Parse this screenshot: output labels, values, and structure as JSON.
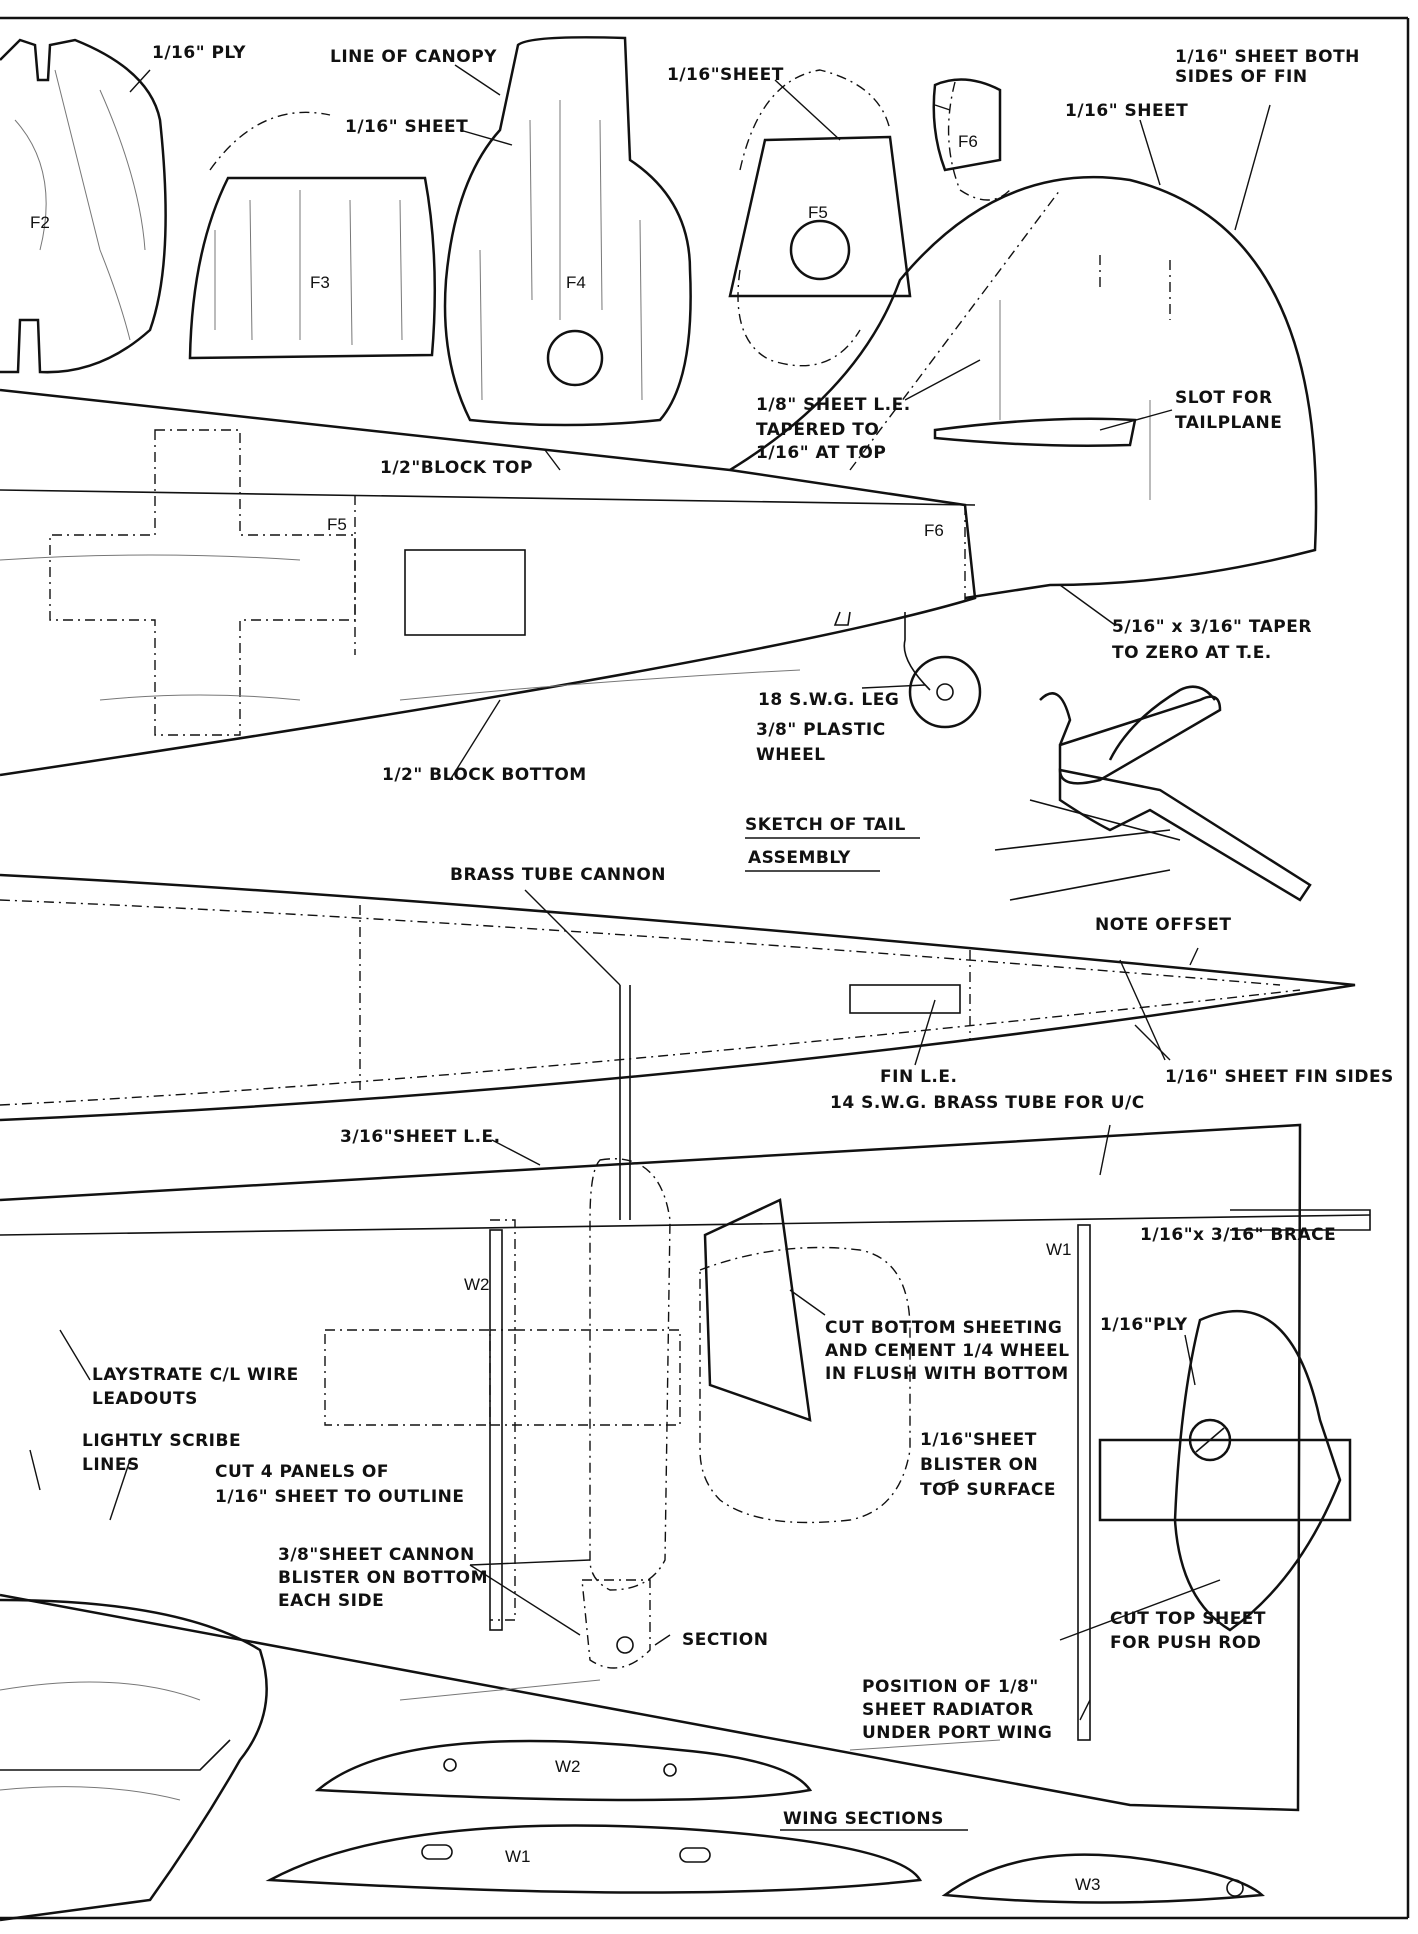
{
  "labels": {
    "ply_f2": "1/16\" PLY",
    "line_of_canopy": "LINE OF CANOPY",
    "sheet_f3": "1/16\" SHEET",
    "sheet_f5": "1/16\"SHEET",
    "sheet_fin_top": "1/16\" SHEET",
    "sheet_both_sides_1": "1/16\" SHEET BOTH",
    "sheet_both_sides_2": "SIDES OF FIN",
    "le_1": "1/8\" SHEET L.E.",
    "le_2": "TAPERED TO",
    "le_3": "1/16\" AT TOP",
    "slot_1": "SLOT FOR",
    "slot_2": "TAILPLANE",
    "block_top": "1/2\"BLOCK TOP",
    "taper_1": "5/16\" x 3/16\" TAPER",
    "taper_2": "TO ZERO AT T.E.",
    "leg": "18 S.W.G. LEG",
    "wheel_1": "3/8\" PLASTIC",
    "wheel_2": "WHEEL",
    "block_bottom": "1/2\" BLOCK BOTTOM",
    "sketch_1": "SKETCH OF TAIL",
    "sketch_2": "ASSEMBLY",
    "cannon": "BRASS TUBE CANNON",
    "offset": "NOTE OFFSET",
    "fin_le": "FIN L.E.",
    "fin_sides": "1/16\" SHEET FIN SIDES",
    "brass_uc": "14 S.W.G. BRASS TUBE FOR U/C",
    "wing_le": "3/16\"SHEET L.E.",
    "brace": "1/16\"x 3/16\" BRACE",
    "ply_bellcrank": "1/16\"PLY",
    "cut_1": "CUT BOTTOM SHEETING",
    "cut_2": "AND CEMENT 1/4 WHEEL",
    "cut_3": "IN FLUSH WITH BOTTOM",
    "laystrate_1": "LAYSTRATE C/L WIRE",
    "laystrate_2": "LEADOUTS",
    "scribe_1": "LIGHTLY SCRIBE",
    "scribe_2": "LINES",
    "panels_1": "CUT 4 PANELS OF",
    "panels_2": "1/16\" SHEET TO OUTLINE",
    "blister_top_1": "1/16\"SHEET",
    "blister_top_2": "BLISTER ON",
    "blister_top_3": "TOP SURFACE",
    "cannon_blister_1": "3/8\"SHEET CANNON",
    "cannon_blister_2": "BLISTER ON BOTTOM",
    "cannon_blister_3": "EACH SIDE",
    "section": "SECTION",
    "pushrod_1": "CUT TOP SHEET",
    "pushrod_2": "FOR PUSH ROD",
    "radiator_1": "POSITION OF 1/8\"",
    "radiator_2": "SHEET RADIATOR",
    "radiator_3": "UNDER PORT WING",
    "wing_sections": "WING SECTIONS"
  },
  "parts": {
    "f2": "F2",
    "f3": "F3",
    "f4": "F4",
    "f5": "F5",
    "f6": "F6",
    "f5_side": "F5",
    "f6_side": "F6",
    "w1_plan": "W1",
    "w2_plan": "W2",
    "w1_section": "W1",
    "w2_section": "W2",
    "w3_section": "W3"
  }
}
